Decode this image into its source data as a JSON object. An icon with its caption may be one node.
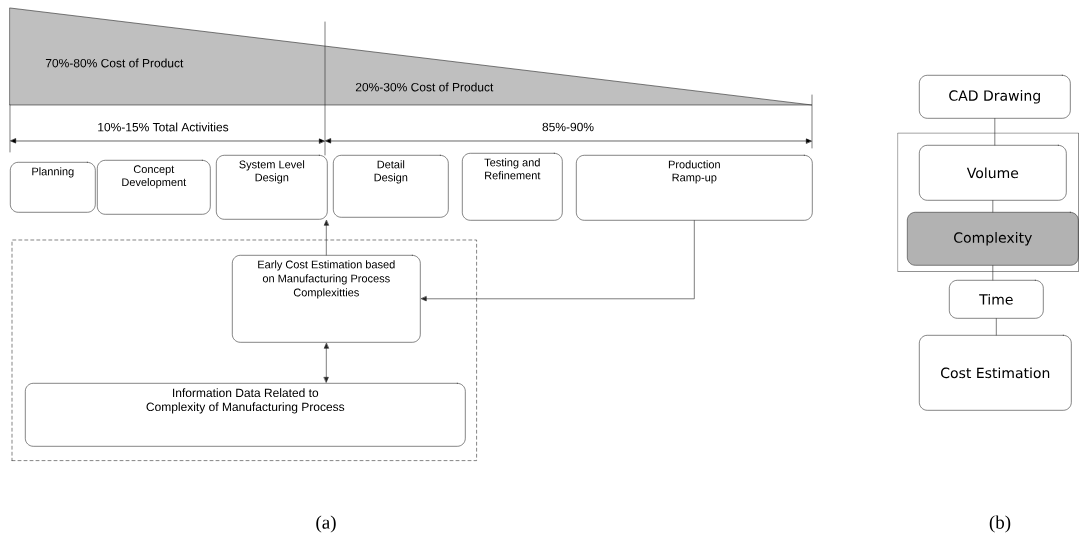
{
  "diagram": {
    "nodes": [
      {
        "text": [
          "Planning"
        ]
      },
      {
        "text": [
          "Concept Development"
        ]
      },
      {
        "text": [
          "System Level Design"
        ]
      },
      {
        "text": [
          "Detail Design"
        ]
      },
      {
        "text": [
          "Testing and Refinement"
        ]
      },
      {
        "text": [
          "Production Ramp-up"
        ]
      },
      {
        "text": [],
        "shape": "box"
      },
      {
        "text": [
          "Early Cost Estimation based on Manufacturing Process Complexitties"
        ],
        "in": 6
      },
      {
        "text": [
          "Information Data Related to Complexity of Manufacturing Process"
        ],
        "in": 6
      },
      {
        "text": [
          "CAD Drawing"
        ]
      },
      {
        "text": [],
        "shape": "box"
      },
      {
        "text": [
          "Volume"
        ],
        "in": 10
      },
      {
        "text": [
          "Complexity"
        ],
        "in": 10
      },
      {
        "text": [
          "Time"
        ]
      },
      {
        "text": [
          "Cost Estimation"
        ]
      }
    ],
    "edges": [
      {
        "from": 7,
        "to": 2,
        "arrow": "to"
      },
      {
        "from": 5,
        "to": 7,
        "arrow": "to"
      },
      {
        "from": 7,
        "to": 8,
        "arrow": "both"
      },
      {
        "from": 9,
        "to": 11,
        "arrow": "none"
      },
      {
        "from": 11,
        "to": 12,
        "arrow": "none"
      },
      {
        "from": 12,
        "to": 13,
        "arrow": "none"
      },
      {
        "from": 13,
        "to": 14,
        "arrow": "none"
      }
    ],
    "labels": [
      "70%-80% Cost of Product",
      "20%-30% Cost of Product",
      "10%-15% Total Activities",
      "85%-90%",
      "(a)",
      "(b)"
    ]
  }
}
